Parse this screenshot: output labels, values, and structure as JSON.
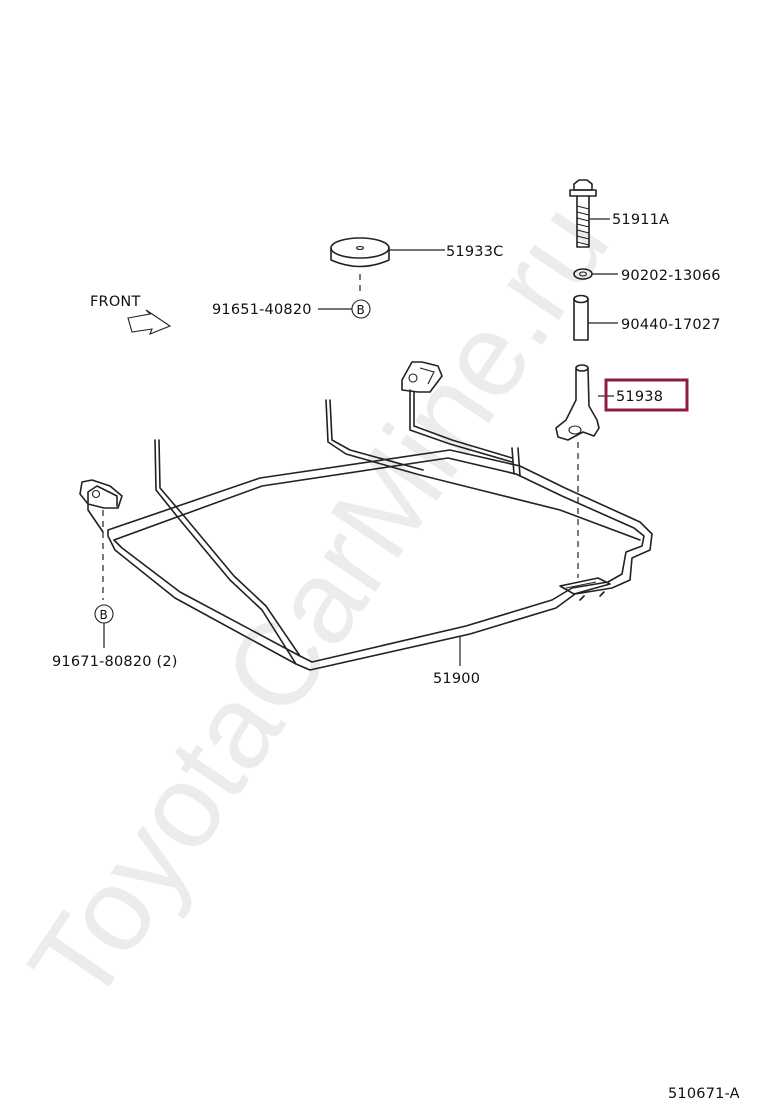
{
  "diagram": {
    "watermark": "ToyotaCarMine.ru",
    "direction_label": "FRONT",
    "figure_code": "510671-A",
    "highlight_color": "#8c1d3c",
    "callouts": {
      "bolt": "51911A",
      "washer": "90202-13066",
      "spacer": "90440-17027",
      "bracket": "51938",
      "cushion": "51933C",
      "cushion_clip": "91651-40820",
      "frame_clip": "91671-80820 (2)",
      "frame": "51900"
    },
    "clip_marker": "B",
    "highlighted_part": "51938"
  }
}
